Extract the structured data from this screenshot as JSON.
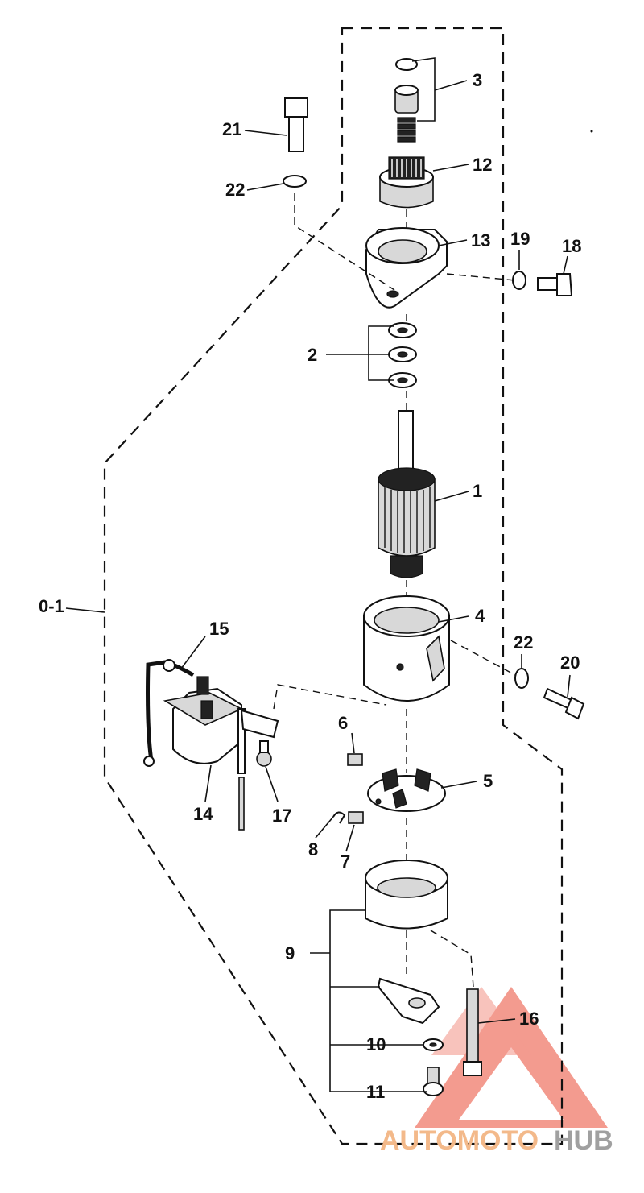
{
  "callouts": {
    "c0_1": "0-1",
    "c1": "1",
    "c2": "2",
    "c3": "3",
    "c4": "4",
    "c5": "5",
    "c6": "6",
    "c7": "7",
    "c8": "8",
    "c9": "9",
    "c10": "10",
    "c11": "11",
    "c12": "12",
    "c13": "13",
    "c14": "14",
    "c15": "15",
    "c16": "16",
    "c17": "17",
    "c18": "18",
    "c19": "19",
    "c20": "20",
    "c21": "21",
    "c22a": "22",
    "c22b": "22"
  },
  "watermark": {
    "brand_part1": "AUTOMOTO",
    "brand_part2": "HUB",
    "color_primary": "#f07a6a",
    "color_secondary": "#f3b98a",
    "color_dark": "#a0a0a0"
  }
}
